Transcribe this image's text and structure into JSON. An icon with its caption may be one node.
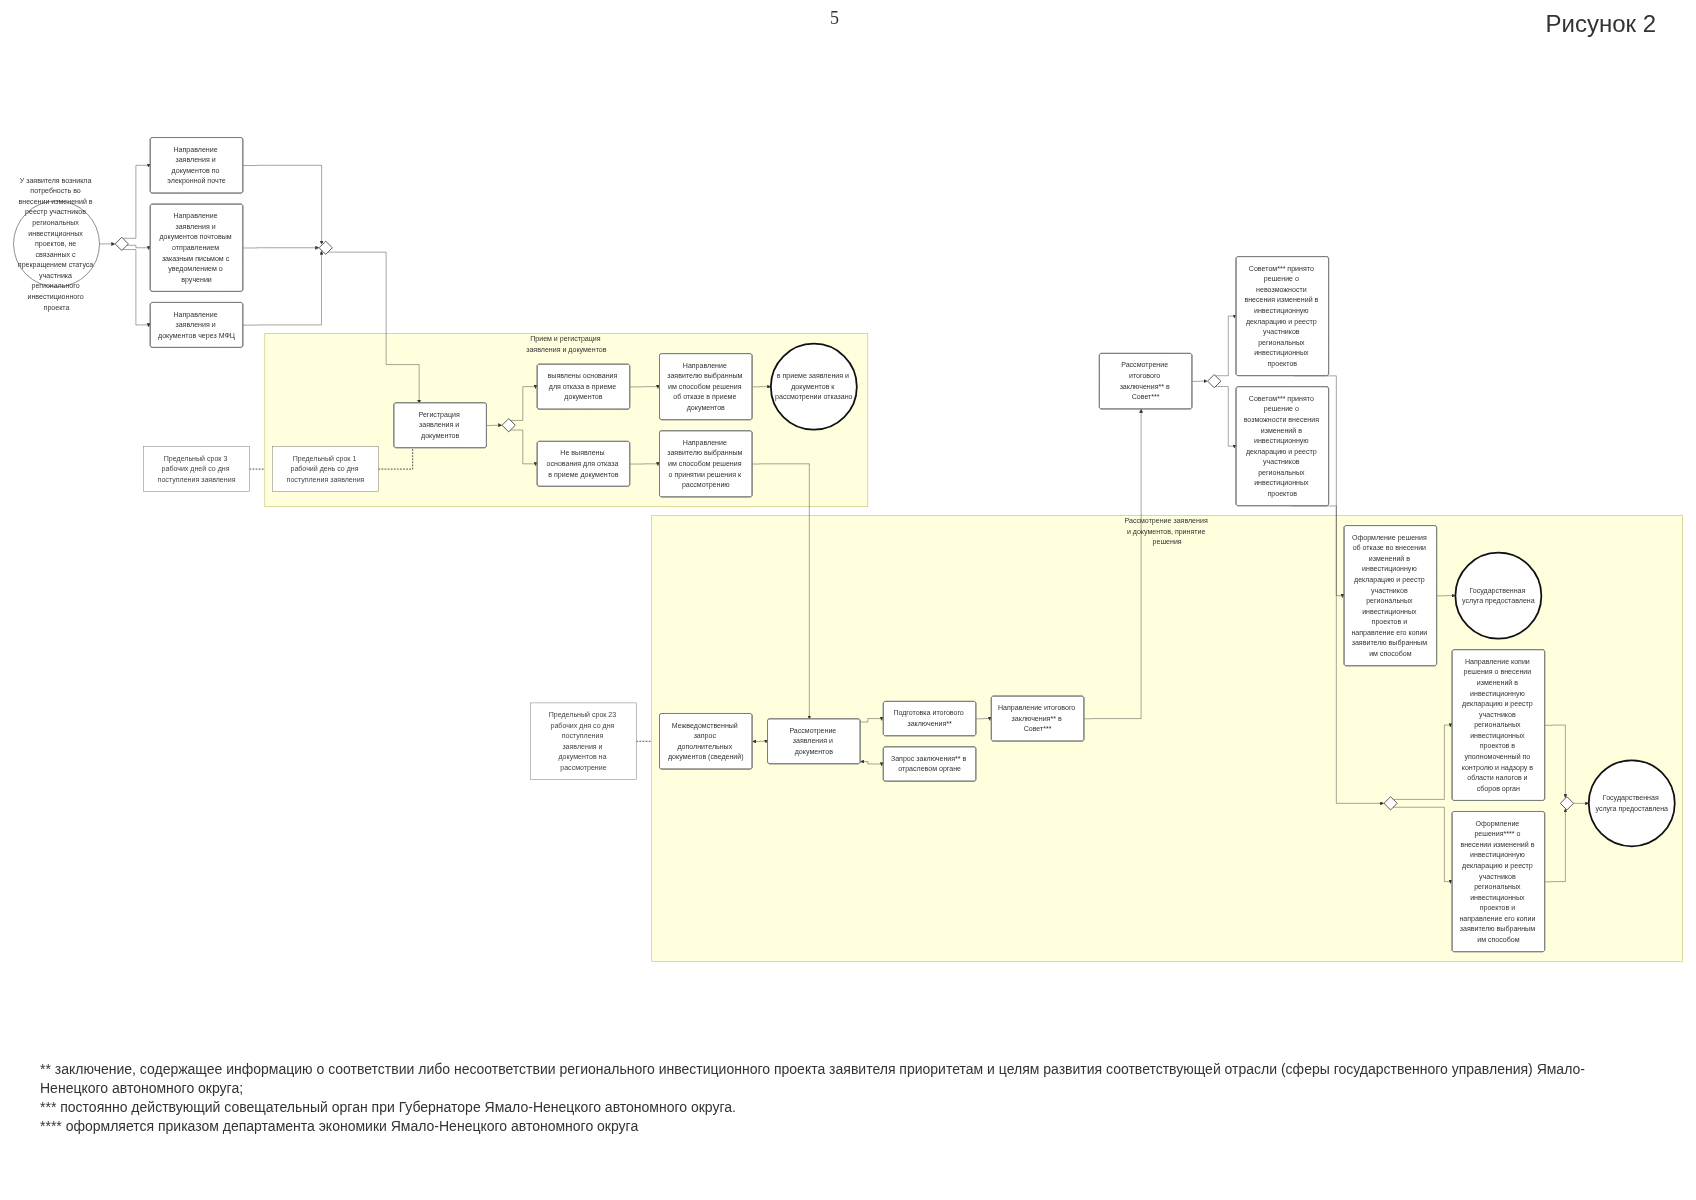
{
  "diagram": {
    "title": "Рисунок 2",
    "nodes": [
      {
        "text": [
          "У заявителя возникла потребность во внесении изменений в реестр участников региональных инвестиционных проектов, не связанных с прекращением статуса участника регионального инвестиционного проекта"
        ]
      },
      {
        "text": [],
        "shape": "diamond"
      },
      {
        "text": [
          "Направление заявления и документов через МФЦ"
        ]
      },
      {
        "text": [
          "Направление заявления и документов почтовым отправлением заказным письмом с уведомлением о вручении"
        ]
      },
      {
        "text": [
          "Направление заявления и документов по элекронной почте"
        ]
      },
      {
        "text": [],
        "shape": "diamond"
      },
      {
        "text": [
          "Предельный срок 3 рабочих дней со дня поступления заявления"
        ]
      },
      {
        "text": [
          "Прием и регистрация заявления и документов"
        ]
      },
      {
        "text": [
          "Предельный срок 1 рабочий день со дня поступления заявления"
        ],
        "in": 7
      },
      {
        "text": [
          "Регистрация заявления и документов"
        ],
        "in": 7
      },
      {
        "text": [],
        "shape": "diamond",
        "in": 7
      },
      {
        "text": [
          "Не выявлены основания для отказа в приеме документов"
        ],
        "in": 7
      },
      {
        "text": [
          "Направление заявителю выбранным им способом решения о принятии решения к рассмотрению"
        ],
        "in": 7
      },
      {
        "text": [
          "выявлены основания для отказа в приеме документов"
        ],
        "in": 7
      },
      {
        "text": [
          "Направление заявителю выбранным им способом решения об отказе в приеме документов"
        ],
        "in": 7
      },
      {
        "text": [
          "в приеме заявления и документов к рассмотрении отказано"
        ],
        "in": 7
      },
      {
        "text": [
          "Предельный срок 23 рабочих дня со дня поступления заявления и документов на рассмотрение"
        ]
      },
      {
        "text": [
          "Рассмотрение заявления и документов, принятие решения"
        ]
      },
      {
        "text": [
          "Межведомственный запрос дополнительных документов (сведений)"
        ],
        "in": 17
      },
      {
        "text": [
          "Рассмотрение заявления и документов"
        ],
        "in": 17
      },
      {
        "text": [
          "Запрос заключения** в отраслевом органе"
        ],
        "in": 17
      },
      {
        "text": [
          "Подготовка итогового заключения**"
        ],
        "in": 17
      },
      {
        "text": [
          "Направление итогового заключения** в Совет***"
        ],
        "in": 17
      },
      {
        "text": [
          "Рассмотрение итогового заключения** в Совет***"
        ]
      },
      {
        "text": [],
        "shape": "diamond"
      },
      {
        "text": [
          "Советом*** принято решение о невозможности внесения изменений в инвестиционную декларацию и реестр участников региональных инвестиционных проектов"
        ]
      },
      {
        "text": [
          "Советом*** принято решение о возможности внесения изменений в инвестиционную декларацию и реестр участников региональных инвестиционных проектов"
        ]
      },
      {
        "text": [
          "Оформление решения об отказе во внесении изменений в инвестиционную декларацию и реестр участников региональных инвестиционных проектов и направление его копии заявителю выбранным им способом"
        ],
        "in": 17
      },
      {
        "text": [
          "Государственная услуга предоставлена"
        ],
        "in": 17
      },
      {
        "text": [],
        "shape": "diamond",
        "in": 17
      },
      {
        "text": [
          "Оформление решения**** о внесении изменений в инвестиционную декларацию и реестр участников региональных инвестиционных проектов и направление его копии заявителю выбранным им способом"
        ],
        "in": 17
      },
      {
        "text": [
          "Направление копии решения о внесении изменений в инвестиционную декларацию и реестр участников региональных инвестиционных проектов в уполномоченный по контролю и надзору в области налогов и сборов орган"
        ],
        "in": 17
      },
      {
        "text": [],
        "shape": "diamond",
        "in": 17
      },
      {
        "text": [
          "Государственная услуга предоставлена"
        ],
        "in": 17
      }
    ],
    "edges": [
      {
        "from": 0,
        "to": 1,
        "arrow": "to"
      },
      {
        "from": 1,
        "to": 2,
        "arrow": "to"
      },
      {
        "from": 1,
        "to": 3,
        "arrow": "to"
      },
      {
        "from": 1,
        "to": 4,
        "arrow": "to"
      },
      {
        "from": 2,
        "to": 5,
        "arrow": "to"
      },
      {
        "from": 3,
        "to": 5,
        "arrow": "to"
      },
      {
        "from": 4,
        "to": 5,
        "arrow": "to"
      },
      {
        "from": 5,
        "to": 9,
        "arrow": "to"
      },
      {
        "from": 6,
        "to": 7,
        "arrow": "none",
        "style": "dashed"
      },
      {
        "from": 8,
        "to": 9,
        "arrow": "none",
        "style": "dashed"
      },
      {
        "from": 9,
        "to": 10,
        "arrow": "to"
      },
      {
        "from": 10,
        "to": 11,
        "arrow": "to"
      },
      {
        "from": 10,
        "to": 13,
        "arrow": "to"
      },
      {
        "from": 11,
        "to": 12,
        "arrow": "to"
      },
      {
        "from": 13,
        "to": 14,
        "arrow": "to"
      },
      {
        "from": 14,
        "to": 15,
        "arrow": "to"
      },
      {
        "from": 12,
        "to": 19,
        "arrow": "to"
      },
      {
        "from": 16,
        "to": 17,
        "arrow": "none",
        "style": "dashed"
      },
      {
        "from": 18,
        "to": 19,
        "arrow": "both"
      },
      {
        "from": 19,
        "to": 20,
        "arrow": "both"
      },
      {
        "from": 19,
        "to": 21,
        "arrow": "to"
      },
      {
        "from": 21,
        "to": 22,
        "arrow": "to"
      },
      {
        "from": 22,
        "to": 23,
        "arrow": "to"
      },
      {
        "from": 23,
        "to": 24,
        "arrow": "to"
      },
      {
        "from": 24,
        "to": 26,
        "arrow": "to"
      },
      {
        "from": 24,
        "to": 25,
        "arrow": "to"
      },
      {
        "from": 25,
        "to": 27,
        "arrow": "to"
      },
      {
        "from": 27,
        "to": 28,
        "arrow": "to"
      },
      {
        "from": 26,
        "to": 29,
        "arrow": "to"
      },
      {
        "from": 29,
        "to": 30,
        "arrow": "to"
      },
      {
        "from": 29,
        "to": 31,
        "arrow": "to"
      },
      {
        "from": 30,
        "to": 32,
        "arrow": "to"
      },
      {
        "from": 31,
        "to": 32,
        "arrow": "to"
      },
      {
        "from": 32,
        "to": 33,
        "arrow": "to"
      }
    ],
    "labels": [
      "5",
      "** заключение, содержащее информацию о соответствии либо несоответствии регионального инвестиционного проекта заявителя приоритетам и целям развития соответствующей отрасли (сферы государственного управления) Ямало-Ненецкого автономного округа;",
      "*** постоянно действующий совещательный орган при Губернаторе Ямало-Ненецкого автономного округа.",
      "**** оформляется приказом департамента экономики Ямало-Ненецкого автономного округа"
    ]
  }
}
